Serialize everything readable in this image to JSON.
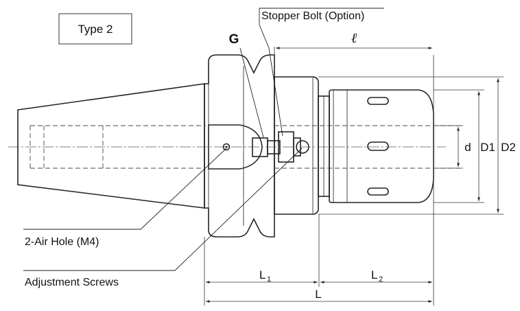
{
  "type_box": {
    "label": "Type 2"
  },
  "callouts": {
    "stopper_bolt": "Stopper Bolt (Option)",
    "air_hole": "2-Air Hole (M4)",
    "adjustment_screws": "Adjustment Screws"
  },
  "dimensions": {
    "G": "G",
    "ell": "ℓ",
    "d": "d",
    "D1": "D1",
    "D2": "D2",
    "L1_main": "L",
    "L1_sub": "1",
    "L2_main": "L",
    "L2_sub": "2",
    "L": "L"
  }
}
